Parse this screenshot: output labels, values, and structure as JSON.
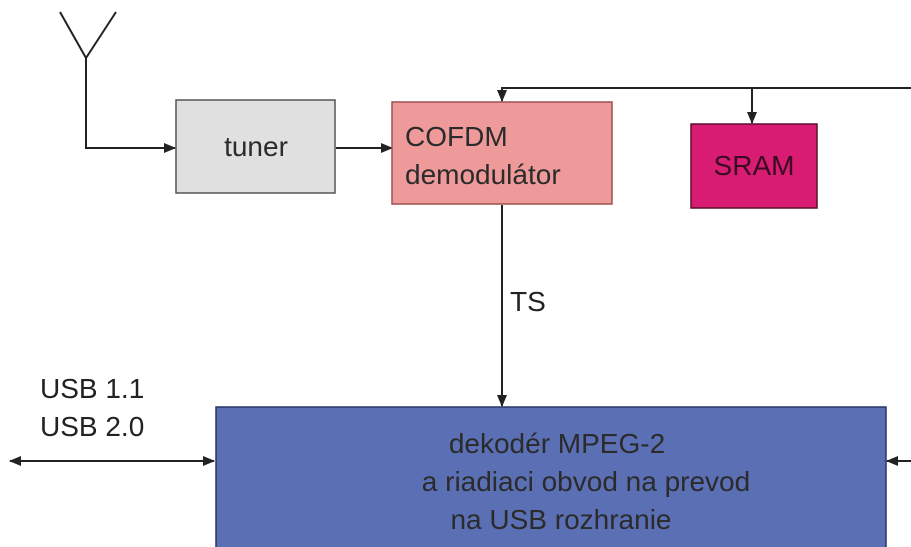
{
  "blocks": {
    "tuner": {
      "label": "tuner",
      "color": "#e0e0e0"
    },
    "cofdm": {
      "line1": "COFDM",
      "line2": "demodulátor",
      "color": "#ef9a9a"
    },
    "sram": {
      "label": "SRAM",
      "color": "#d81b73"
    },
    "decoder": {
      "line1": "dekodér MPEG-2",
      "line2": "a riadiaci obvod na prevod",
      "line3": "na USB rozhranie",
      "color": "#5b6fb5"
    }
  },
  "labels": {
    "ts": "TS",
    "usb1": "USB 1.1",
    "usb2": "USB 2.0"
  },
  "icons": {
    "antenna": "antenna-icon"
  }
}
